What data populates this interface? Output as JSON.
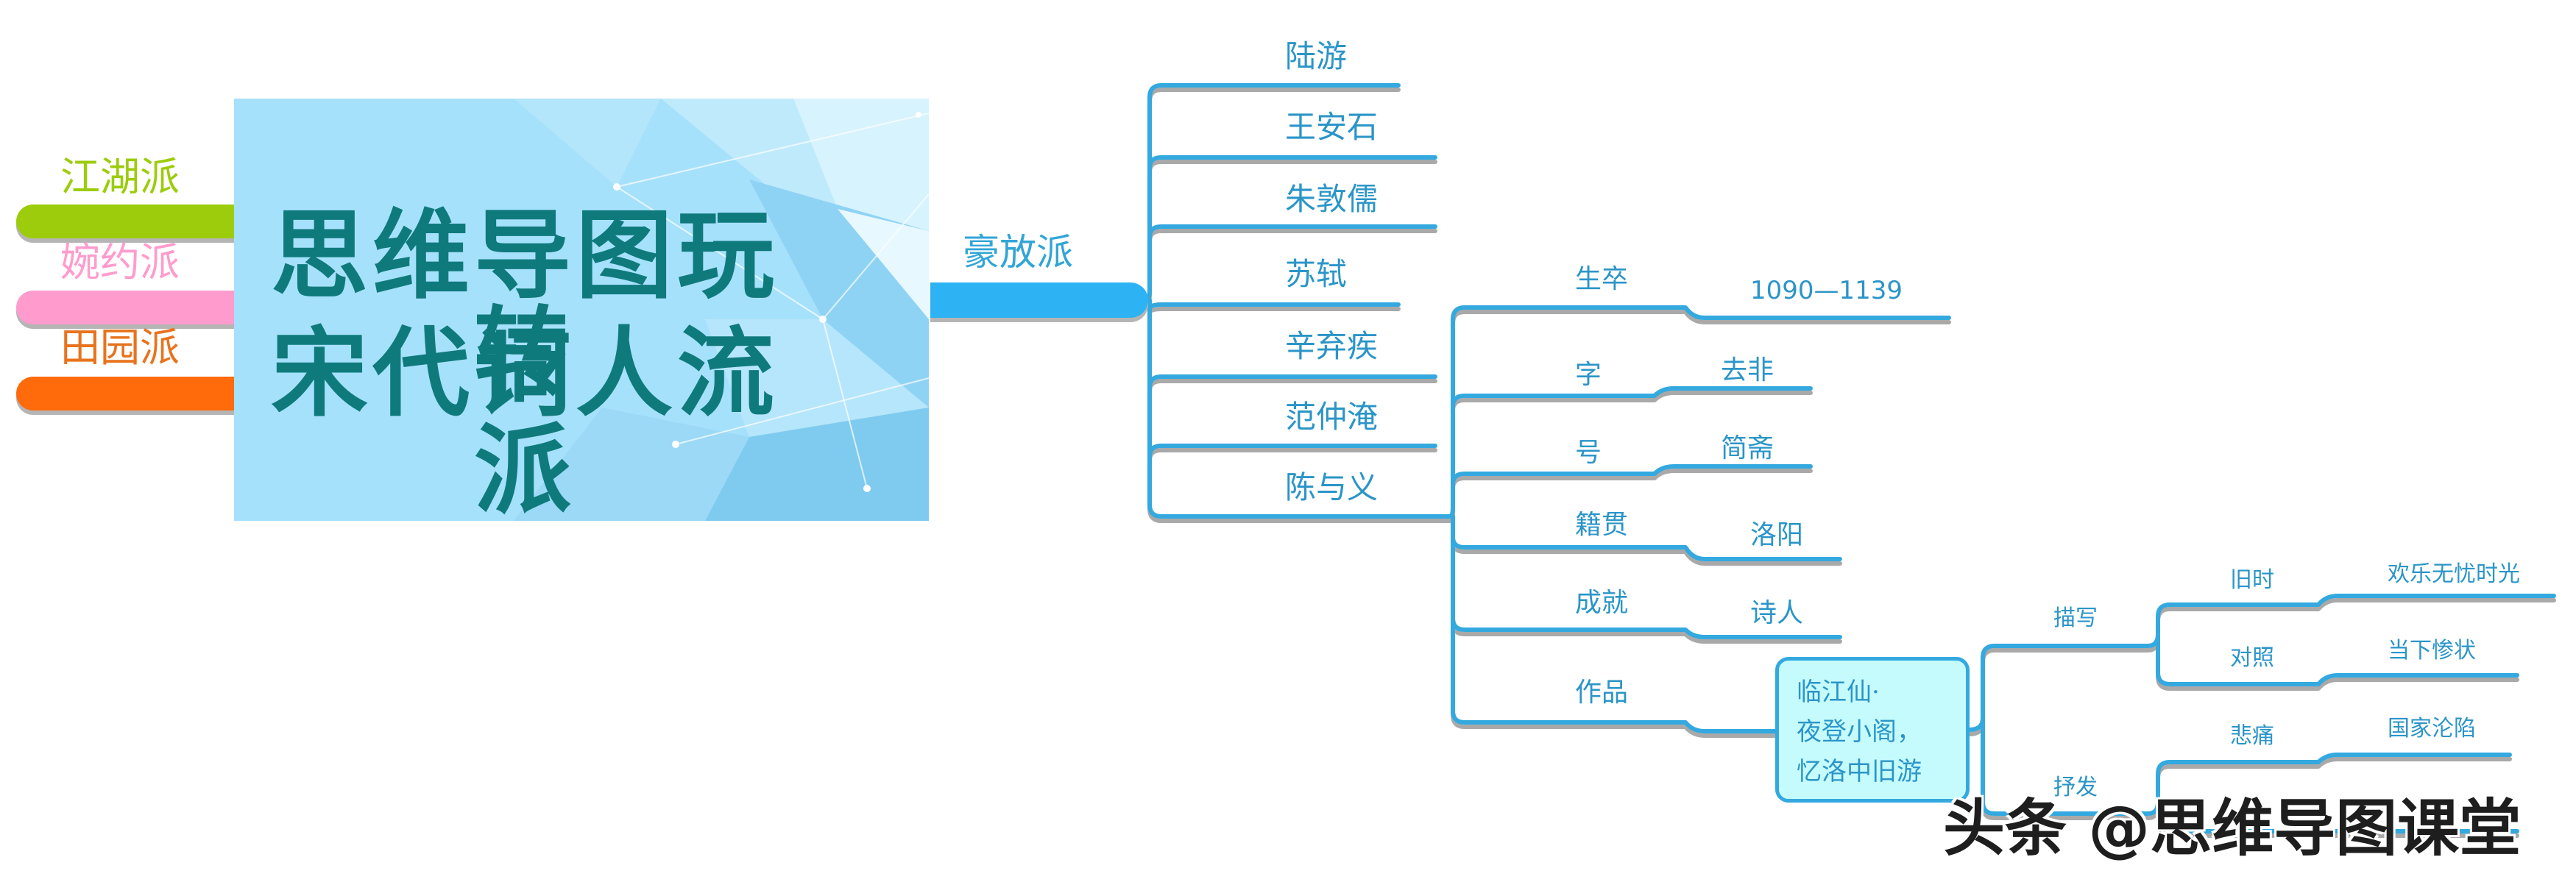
{
  "title": {
    "line1": "思维导图玩转",
    "line2": "宋代词人流派"
  },
  "left_branches": [
    {
      "label": "江湖派",
      "color": "#9ccc0c"
    },
    {
      "label": "婉约派",
      "color": "#ff9ccd"
    },
    {
      "label": "田园派",
      "color": "#ff6a0a"
    }
  ],
  "main_branch": {
    "label": "豪放派",
    "color": "#2db3f3"
  },
  "poets": [
    "陆游",
    "王安石",
    "朱敦儒",
    "苏轼",
    "辛弃疾",
    "范仲淹",
    "陈与义"
  ],
  "details": [
    {
      "label": "生卒",
      "value": "1090—1139"
    },
    {
      "label": "字",
      "value": "去非"
    },
    {
      "label": "号",
      "value": "简斋"
    },
    {
      "label": "籍贯",
      "value": "洛阳"
    },
    {
      "label": "成就",
      "value": "诗人"
    },
    {
      "label": "作品",
      "value": ""
    }
  ],
  "works": {
    "line1": "临江仙·",
    "line2": "夜登小阁，",
    "line3": "忆洛中旧游"
  },
  "analysis": [
    {
      "label": "描写",
      "items": [
        {
          "label": "旧时",
          "value": "欢乐无忧时光"
        },
        {
          "label": "对照",
          "value": "当下惨状"
        }
      ]
    },
    {
      "label": "抒发",
      "items": [
        {
          "label": "悲痛",
          "value": "国家沦陷"
        },
        {
          "label": "",
          "value": ""
        }
      ]
    }
  ],
  "watermark": "头条 @思维导图课堂",
  "colors": {
    "line": "#33a9e0",
    "shadow": "#a9a9a9",
    "title_text": "#0f7a7c",
    "title_bg": "#a6e1fb"
  }
}
